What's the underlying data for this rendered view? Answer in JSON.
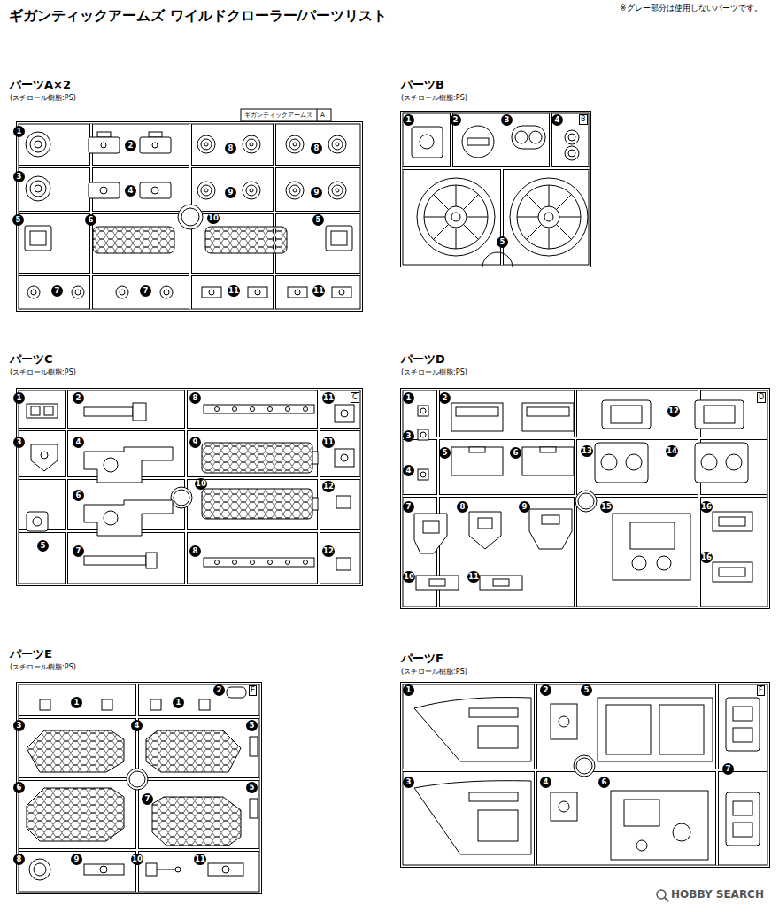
{
  "diagram": {
    "title": "ギガンティックアームズ ワイルドクローラー/パーツリスト",
    "nodes": [
      {
        "text": [
          "パーツA×2",
          "(スチロール樹脂:PS)"
        ]
      },
      {
        "text": [
          "パーツB",
          "(スチロール樹脂:PS)"
        ]
      },
      {
        "text": [
          "パーツC",
          "(スチロール樹脂:PS)"
        ]
      },
      {
        "text": [
          "パーツD",
          "(スチロール樹脂:PS)"
        ]
      },
      {
        "text": [
          "パーツE",
          "(スチロール樹脂:PS)"
        ]
      },
      {
        "text": [
          "パーツF",
          "(スチロール樹脂:PS)"
        ]
      }
    ],
    "labels": [
      "※グレー部分は使用しないパーツです。",
      "ギガンティックアームズ",
      "A",
      "1",
      "2",
      "3",
      "4",
      "8",
      "8",
      "9",
      "9",
      "5",
      "6",
      "10",
      "5",
      "7",
      "7",
      "11",
      "11",
      "B",
      "1",
      "2",
      "3",
      "4",
      "5",
      "C",
      "1",
      "2",
      "8",
      "11",
      "3",
      "4",
      "9",
      "11",
      "6",
      "10",
      "12",
      "5",
      "7",
      "8",
      "12",
      "D",
      "1",
      "2",
      "12",
      "3",
      "4",
      "5",
      "6",
      "13",
      "14",
      "7",
      "8",
      "9",
      "15",
      "16",
      "16",
      "10",
      "11",
      "E",
      "2",
      "1",
      "1",
      "3",
      "4",
      "5",
      "6",
      "7",
      "5",
      "8",
      "9",
      "10",
      "11",
      "F",
      "1",
      "2",
      "5",
      "3",
      "4",
      "6",
      "7",
      "HOBBY SEARCH"
    ]
  }
}
